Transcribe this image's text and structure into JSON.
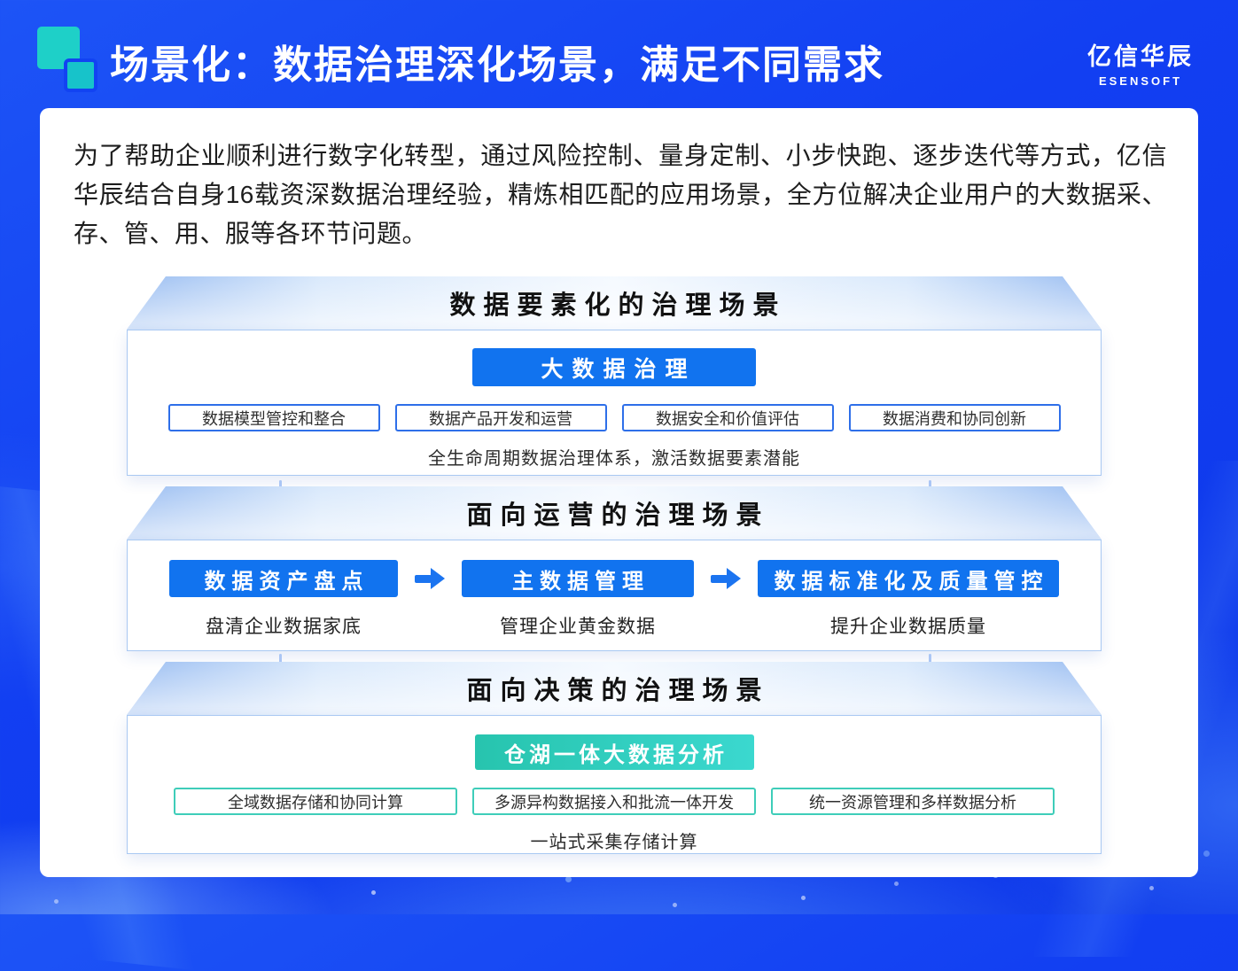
{
  "header": {
    "title": "场景化：数据治理深化场景，满足不同需求",
    "brand": {
      "name": "亿信华辰",
      "sub": "ESENSOFT"
    }
  },
  "intro": "为了帮助企业顺利进行数字化转型，通过风险控制、量身定制、小步快跑、逐步迭代等方式，亿信华辰结合自身16载资深数据治理经验，精炼相匹配的应用场景，全方位解决企业用户的大数据采、存、管、用、服等各环节问题。",
  "sections": {
    "elements": {
      "title": "数据要素化的治理场景",
      "button": "大数据治理",
      "items": [
        "数据模型管控和整合",
        "数据产品开发和运营",
        "数据安全和价值评估",
        "数据消费和协同创新"
      ],
      "caption": "全生命周期数据治理体系，激活数据要素潜能"
    },
    "operations": {
      "title": "面向运营的治理场景",
      "steps": [
        {
          "label": "数据资产盘点",
          "caption": "盘清企业数据家底"
        },
        {
          "label": "主数据管理",
          "caption": "管理企业黄金数据"
        },
        {
          "label": "数据标准化及质量管控",
          "caption": "提升企业数据质量"
        }
      ]
    },
    "decision": {
      "title": "面向决策的治理场景",
      "button": "仓湖一体大数据分析",
      "items": [
        "全域数据存储和协同计算",
        "多源异构数据接入和批流一体开发",
        "统一资源管理和多样数据分析"
      ],
      "caption": "一站式采集存储计算"
    }
  },
  "colors": {
    "background_blue": "#123ff2",
    "accent_teal": "#1ed0c8",
    "button_blue": "#1173ef",
    "outline_blue": "#2e6fe9",
    "outline_teal": "#3ecdb9"
  }
}
